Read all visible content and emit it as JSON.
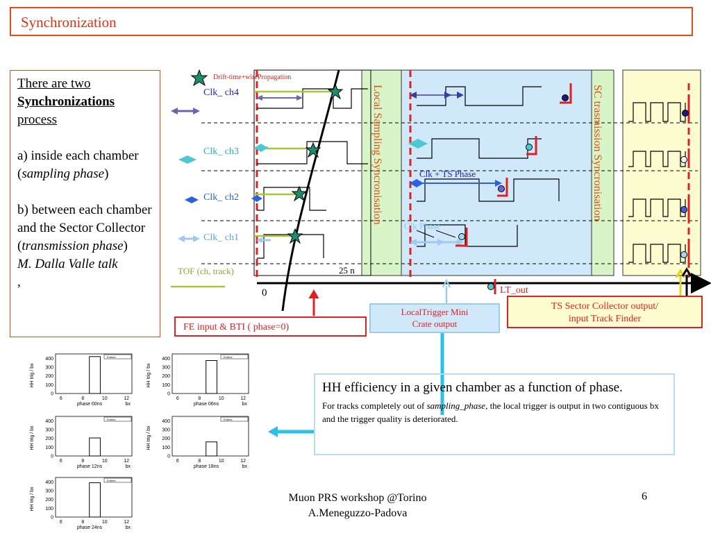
{
  "title": "Synchronization",
  "left_panel": {
    "intro": "There are two",
    "bold": "Synchronizations",
    "process": "process",
    "a_prefix": "a) inside each chamber (",
    "a_italic": "sampling phase",
    "a_suffix": ")",
    "b_prefix": "b) between each chamber and the Sector Collector (",
    "b_italic": "transmission phase",
    "b_suffix": ")",
    "talk": "M. Dalla Valle talk",
    "tail": ","
  },
  "diagram": {
    "drift_label": "Drift-time+wirePropagation",
    "clk_labels": [
      "Clk_ ch4",
      "Clk_ ch3",
      "Clk_ ch2",
      "Clk_ ch1"
    ],
    "tof_label": "TOF (ch, track)",
    "ns_label": "25 n",
    "zero_label": "0",
    "local_sampling": "Local Sampling Syncronisation",
    "sc_transmission": "SC trasmission Syncronisation",
    "clk_ts_phase": "Clk +  TS Phase",
    "clk_phase": "Clk Phase",
    "lt_out": "LT_out",
    "fe_input": "FE input &   BTI ( phase=0)",
    "local_trigger": "LocalTrigger Mini Crate output",
    "ts_sector": "TS  Sector Collector output/ input Track Finder",
    "colors": {
      "red": "#e02020",
      "green_band": "#d8f5c8",
      "blue_band": "#cfe8fa",
      "yellow_band": "#fdfbd0",
      "olive": "#a6c63a",
      "label_blue": "#2020b0"
    }
  },
  "histograms": {
    "ylabel": "HH trig / bx",
    "xlabel": "bx",
    "stats_label": "Entries",
    "yticks": [
      "400",
      "300",
      "200",
      "100",
      "0"
    ],
    "xticks": [
      "6",
      "8",
      "10",
      "12"
    ],
    "panels": [
      {
        "label": "phase 00ns",
        "value": 420
      },
      {
        "label": "phase 06ns",
        "value": 375
      },
      {
        "label": "phase 12ns",
        "value": 205
      },
      {
        "label": "phase 18ns",
        "value": 160
      },
      {
        "label": "phase 24ns",
        "value": 390
      }
    ]
  },
  "hh_box": {
    "title": "HH efficiency in a given chamber as a function of phase.",
    "desc_prefix": "For tracks completely out of ",
    "desc_italic": "sampling_phase,",
    "desc_suffix": " the local trigger is output in two contiguous bx and  the trigger quality is deteriorated."
  },
  "footer": {
    "line1": "Muon PRS workshop @Torino",
    "line2": "A.Meneguzzo-Padova",
    "page": "6"
  }
}
